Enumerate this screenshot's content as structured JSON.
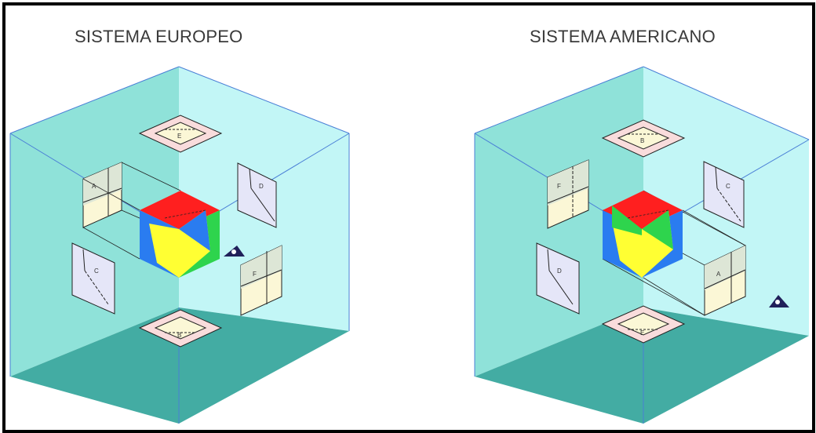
{
  "titles": {
    "left": "SISTEMA EUROPEO",
    "right": "SISTEMA AMERICANO"
  },
  "left_views": {
    "top": "E",
    "left_wall": "A",
    "right_wall": "D",
    "left_lower": "C",
    "right_lower": "F",
    "bottom": "B"
  },
  "right_views": {
    "top": "B",
    "left_wall": "F",
    "right_wall": "C",
    "left_lower": "D",
    "front": "A",
    "bottom": "E"
  },
  "colors": {
    "wall_left": "#8fe2d9",
    "wall_right": "#c2f6f6",
    "floor": "#43aca3",
    "plane_pink": "#f9dcdc",
    "plane_yellow": "#fbf7d6",
    "plane_lavender": "#e5e6f8",
    "cube_red": "#ff1f1f",
    "cube_green": "#2ed44d",
    "cube_blue": "#2a7cf0",
    "cube_yellow": "#ffff33"
  },
  "icons": [
    "eye-icon"
  ]
}
